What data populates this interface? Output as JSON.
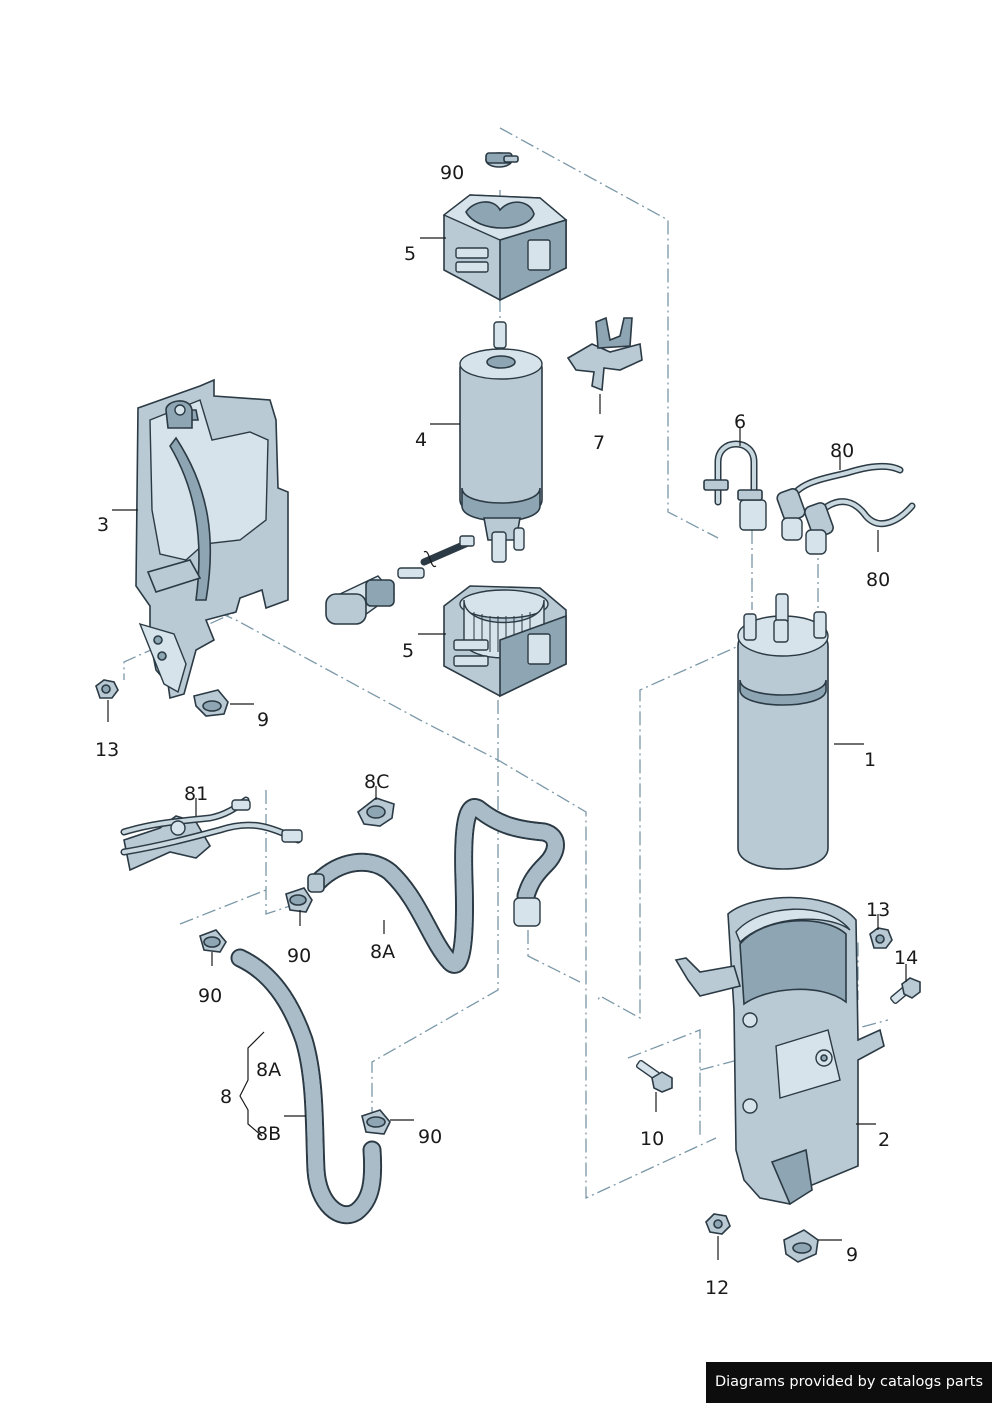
{
  "callouts": {
    "c90_top": "90",
    "c5_top": "5",
    "c4": "4",
    "c7": "7",
    "c6": "6",
    "c80_a": "80",
    "c80_b": "80",
    "c3": "3",
    "c5_mid": "5",
    "c1": "1",
    "c13_left": "13",
    "c9_left": "9",
    "c81": "81",
    "c8C": "8C",
    "c90_mid": "90",
    "c8A_mid": "8A",
    "c90_left": "90",
    "c13_right": "13",
    "c14": "14",
    "c8A_brace": "8A",
    "c8": "8",
    "c8B": "8B",
    "c90_bottom": "90",
    "c10": "10",
    "c2": "2",
    "c9_right": "9",
    "c12": "12"
  },
  "footer": {
    "text": "Diagrams provided by catalogs parts"
  }
}
